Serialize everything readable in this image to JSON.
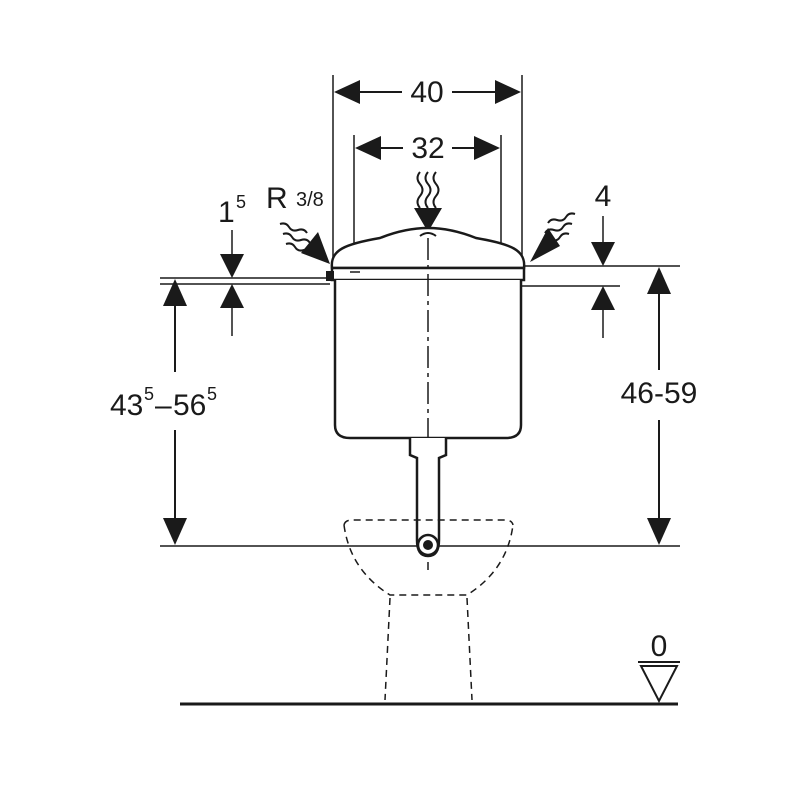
{
  "dimensions": {
    "outer_width": "40",
    "inner_width": "32",
    "offset_left": {
      "base": "1",
      "sup": "5"
    },
    "connection_thread": {
      "prefix": "R",
      "fraction": "3/8"
    },
    "offset_right": "4",
    "height_left": {
      "a": "43",
      "a_sup": "5",
      "dash": "–",
      "b": "56",
      "b_sup": "5"
    },
    "height_right": "46-59",
    "floor_level": "0"
  },
  "colors": {
    "line": "#1a1a1a",
    "background": "#ffffff"
  }
}
